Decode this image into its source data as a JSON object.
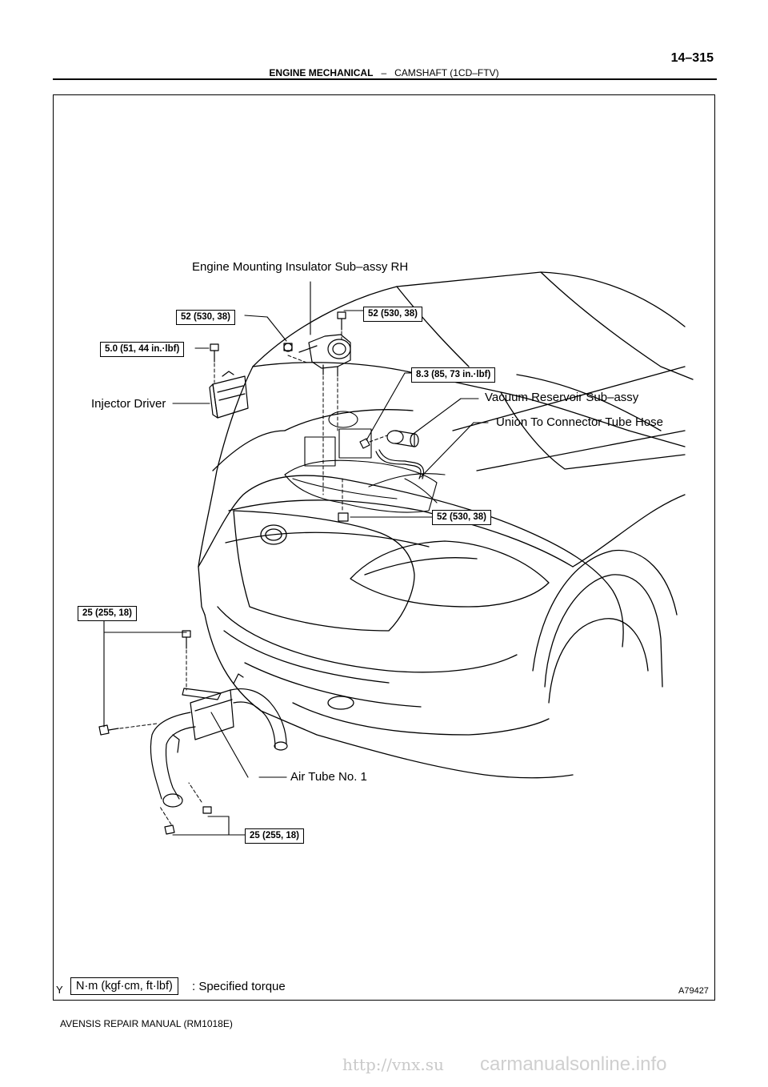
{
  "header": {
    "page_number": "14–315",
    "section": "ENGINE MECHANICAL",
    "separator": "–",
    "subsection": "CAMSHAFT (1CD–FTV)"
  },
  "labels": {
    "engine_mount": "Engine Mounting Insulator Sub–assy RH",
    "injector_driver": "Injector Driver",
    "vacuum_reservoir": "Vacuum Reservoir Sub–assy",
    "union_hose": "Union To Connector Tube Hose",
    "air_tube": "Air Tube No. 1"
  },
  "torques": {
    "t1": "52 (530, 38)",
    "t2": "52 (530, 38)",
    "t3": "5.0 (51, 44 in.·lbf)",
    "t4": "8.3 (85, 73 in.·lbf)",
    "t5": "52 (530, 38)",
    "t6": "25 (255, 18)",
    "t7": "25 (255, 18)"
  },
  "legend": {
    "unit": "N·m (kgf·cm, ft·lbf)",
    "text": ": Specified torque",
    "mark": "Y"
  },
  "figure_code": "A79427",
  "footer": "AVENSIS REPAIR MANUAL   (RM1018E)",
  "watermarks": {
    "url": "http://vnx.su",
    "site": "carmanualsonline.info"
  }
}
